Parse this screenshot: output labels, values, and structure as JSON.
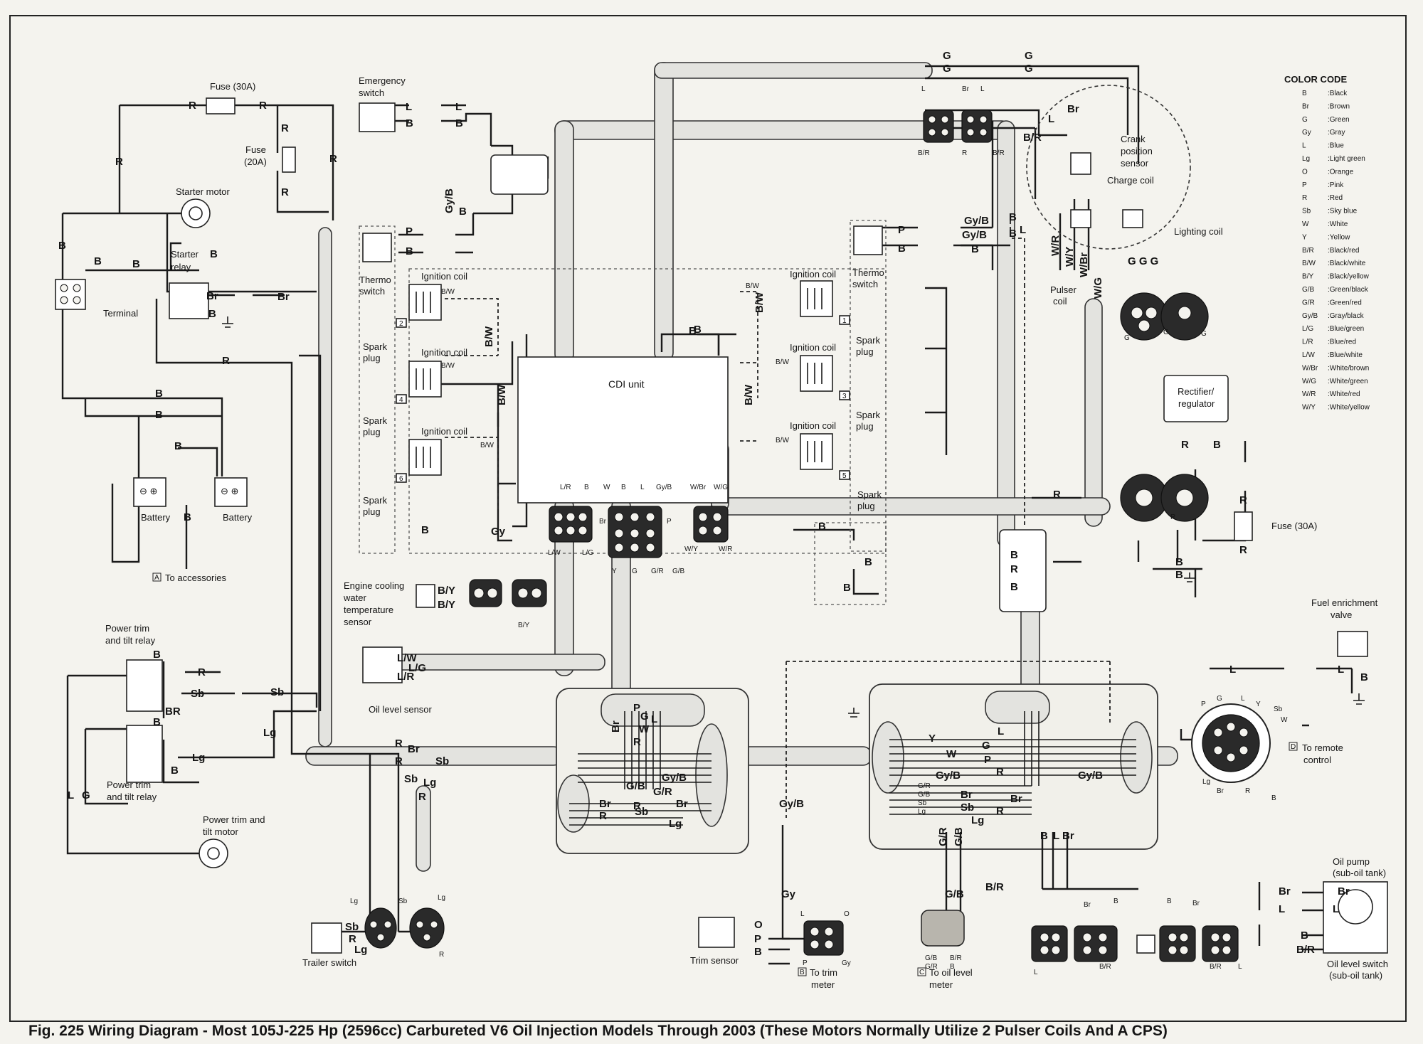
{
  "caption": "Fig. 225  Wiring Diagram - Most 105J-225 Hp (2596cc) Carbureted V6 Oil Injection Models Through 2003 (These Motors Normally Utilize 2 Pulser Coils And A CPS)",
  "color_code": {
    "title": "COLOR CODE",
    "entries": [
      {
        "code": "B",
        "name": ":Black"
      },
      {
        "code": "Br",
        "name": ":Brown"
      },
      {
        "code": "G",
        "name": ":Green"
      },
      {
        "code": "Gy",
        "name": ":Gray"
      },
      {
        "code": "L",
        "name": ":Blue"
      },
      {
        "code": "Lg",
        "name": ":Light green"
      },
      {
        "code": "O",
        "name": ":Orange"
      },
      {
        "code": "P",
        "name": ":Pink"
      },
      {
        "code": "R",
        "name": ":Red"
      },
      {
        "code": "Sb",
        "name": ":Sky blue"
      },
      {
        "code": "W",
        "name": ":White"
      },
      {
        "code": "Y",
        "name": ":Yellow"
      },
      {
        "code": "B/R",
        "name": ":Black/red"
      },
      {
        "code": "B/W",
        "name": ":Black/white"
      },
      {
        "code": "B/Y",
        "name": ":Black/yellow"
      },
      {
        "code": "G/B",
        "name": ":Green/black"
      },
      {
        "code": "G/R",
        "name": ":Green/red"
      },
      {
        "code": "Gy/B",
        "name": ":Gray/black"
      },
      {
        "code": "L/G",
        "name": ":Blue/green"
      },
      {
        "code": "L/R",
        "name": ":Blue/red"
      },
      {
        "code": "L/W",
        "name": ":Blue/white"
      },
      {
        "code": "W/Br",
        "name": ":White/brown"
      },
      {
        "code": "W/G",
        "name": ":White/green"
      },
      {
        "code": "W/R",
        "name": ":White/red"
      },
      {
        "code": "W/Y",
        "name": ":White/yellow"
      }
    ]
  },
  "components": {
    "fuse_30a_left": "Fuse (30A)",
    "fuse_20a_line1": "Fuse",
    "fuse_20a_line2": "(20A)",
    "starter_motor": "Starter motor",
    "starter_relay_line1": "Starter",
    "starter_relay_line2": "relay",
    "terminal": "Terminal",
    "battery_left": "Battery",
    "battery_right": "Battery",
    "to_accessories": "To accessories",
    "emergency_switch_line1": "Emergency",
    "emergency_switch_line2": "switch",
    "thermo_switch_left_line1": "Thermo",
    "thermo_switch_left_line2": "switch",
    "thermo_switch_right_line1": "Thermo",
    "thermo_switch_right_line2": "switch",
    "ignition_coil": "Ignition coil",
    "spark_plug_line1": "Spark",
    "spark_plug_line2": "plug",
    "cdi_unit": "CDI unit",
    "engine_cooling_line1": "Engine cooling",
    "engine_cooling_line2": "water",
    "engine_cooling_line3": "temperature",
    "engine_cooling_line4": "sensor",
    "oil_level_sensor": "Oil level sensor",
    "crank_line1": "Crank",
    "crank_line2": "position",
    "crank_line3": "sensor",
    "charge_coil": "Charge coil",
    "lighting_coil": "Lighting coil",
    "pulser_line1": "Pulser",
    "pulser_line2": "coil",
    "rectifier_line1": "Rectifier/",
    "rectifier_line2": "regulator",
    "fuse_30a_right": "Fuse (30A)",
    "fuel_enrichment_line1": "Fuel enrichment",
    "fuel_enrichment_line2": "valve",
    "to_remote_line1": "To remote",
    "to_remote_line2": "control",
    "ptt_relay_top_line1": "Power trim",
    "ptt_relay_top_line2": "and tilt relay",
    "ptt_relay_bot_line1": "Power trim",
    "ptt_relay_bot_line2": "and tilt relay",
    "ptt_motor_line1": "Power trim and",
    "ptt_motor_line2": "tilt motor",
    "trailer_switch": "Trailer switch",
    "trim_sensor": "Trim sensor",
    "to_trim_meter_line1": "To trim",
    "to_trim_meter_line2": "meter",
    "to_oil_meter_line1": "To oil level",
    "to_oil_meter_line2": "meter",
    "oil_pump_line1": "Oil pump",
    "oil_pump_line2": "(sub-oil tank)",
    "oil_level_switch_line1": "Oil level switch",
    "oil_level_switch_line2": "(sub-oil tank)"
  },
  "ref_letters": {
    "a": "A",
    "b": "B",
    "c": "C",
    "d": "D"
  },
  "cyl_numbers": [
    "1",
    "2",
    "3",
    "4",
    "5",
    "6"
  ],
  "wire_labels": {
    "R": "R",
    "B": "B",
    "Br": "Br",
    "L": "L",
    "G": "G",
    "P": "P",
    "Gy": "Gy",
    "GyB": "Gy/B",
    "BW": "B/W",
    "BR": "B/R",
    "BY": "B/Y",
    "LW": "L/W",
    "LG": "L/G",
    "LR": "L/R",
    "WY": "W/Y",
    "WG": "W/G",
    "WBr": "W/Br",
    "WR": "W/R",
    "GB": "G/B",
    "GR": "G/R",
    "Sb": "Sb",
    "Lg": "Lg",
    "Y": "Y",
    "W": "W",
    "O": "O",
    "BR2": "BR",
    "GGG": "G G G",
    "BL": "B",
    "LBr": "L  Br"
  }
}
